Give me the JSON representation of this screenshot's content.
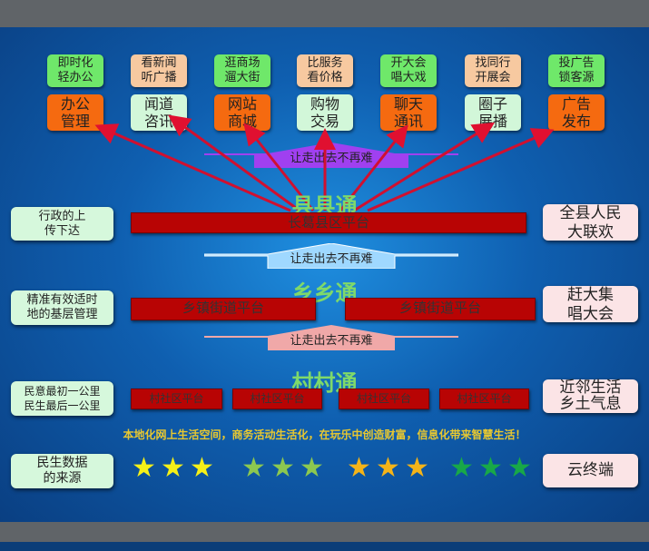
{
  "top_labels": [
    {
      "text": "即时化\n轻办公",
      "color": "green"
    },
    {
      "text": "看新闻\n听广播",
      "color": "peach"
    },
    {
      "text": "逛商场\n遛大街",
      "color": "green"
    },
    {
      "text": "比服务\n看价格",
      "color": "peach"
    },
    {
      "text": "开大会\n唱大戏",
      "color": "green"
    },
    {
      "text": "找同行\n开展会",
      "color": "peach"
    },
    {
      "text": "投广告\n锁客源",
      "color": "green"
    }
  ],
  "services": [
    {
      "text": "办公\n管理",
      "color": "orange"
    },
    {
      "text": "闻道\n咨讯",
      "color": "light"
    },
    {
      "text": "网站\n商城",
      "color": "orange"
    },
    {
      "text": "购物\n交易",
      "color": "light"
    },
    {
      "text": "聊天\n通讯",
      "color": "orange"
    },
    {
      "text": "圈子\n展播",
      "color": "light"
    },
    {
      "text": "广告\n发布",
      "color": "orange"
    }
  ],
  "banner_text": "让走出去不再难",
  "tiers": {
    "county": {
      "title": "县县通",
      "left": "行政的上\n传下达",
      "platform": "长葛县区平台",
      "right": "全县人民\n大联欢"
    },
    "town": {
      "title": "乡乡通",
      "left": "精准有效适时\n地的基层管理",
      "platforms": [
        "乡镇街道平台",
        "乡镇街道平台"
      ],
      "right": "赶大集\n唱大会"
    },
    "village": {
      "title": "村村通",
      "left": "民意最初一公里\n民生最后一公里",
      "platforms": [
        "村社区平台",
        "村社区平台",
        "村社区平台",
        "村社区平台"
      ],
      "right": "近邻生活\n乡土气息"
    }
  },
  "slogan": "本地化网上生活空间，商务活动生活化，在玩乐中创造财富，信息化带来智慧生活！",
  "bottom": {
    "left": "民生数据\n的来源",
    "right": "云终端"
  },
  "star_colors": [
    "#f5f018",
    "#8cc850",
    "#f5b418",
    "#18a848"
  ]
}
